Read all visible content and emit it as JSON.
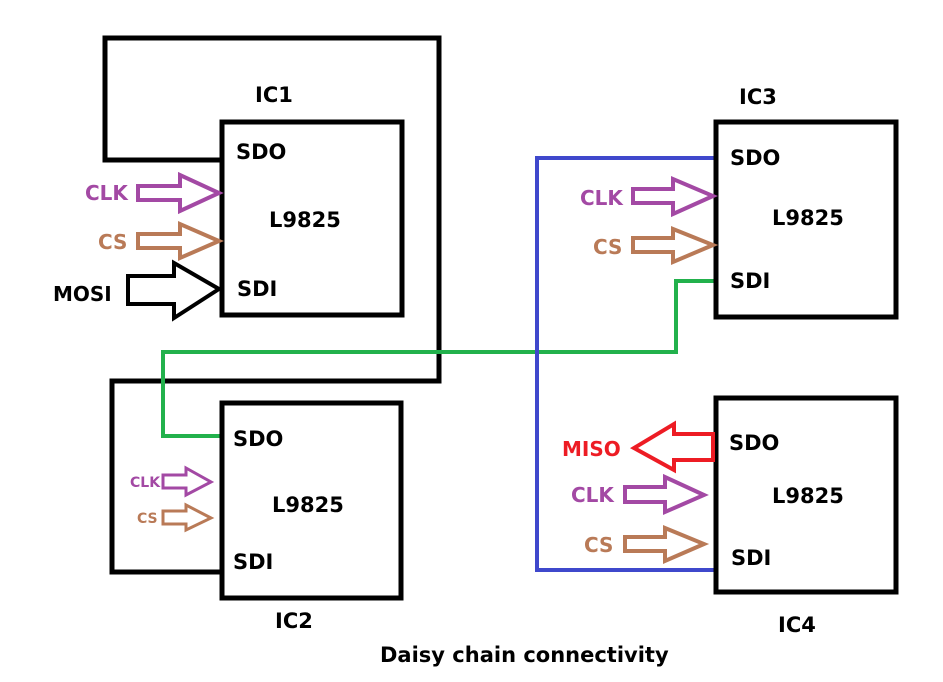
{
  "title": "Daisy chain connectivity",
  "colors": {
    "wire_black": "#000000",
    "wire_green": "#22b14c",
    "wire_blue": "#3f48cc",
    "clk": "#a349a4",
    "cs": "#b97a57",
    "mosi": "#000000",
    "miso": "#ed1c24"
  },
  "chips": [
    {
      "id": "IC1",
      "part": "L9825",
      "pin_out": "SDO",
      "pin_in": "SDI",
      "inputs": [
        "CLK",
        "CS",
        "MOSI"
      ]
    },
    {
      "id": "IC2",
      "part": "L9825",
      "pin_out": "SDO",
      "pin_in": "SDI",
      "inputs": [
        "CLK",
        "CS"
      ]
    },
    {
      "id": "IC3",
      "part": "L9825",
      "pin_out": "SDO",
      "pin_in": "SDI",
      "inputs": [
        "CLK",
        "CS"
      ]
    },
    {
      "id": "IC4",
      "part": "L9825",
      "pin_out": "SDO",
      "pin_in": "SDI",
      "inputs": [
        "CLK",
        "CS"
      ],
      "outputs": [
        "MISO"
      ]
    }
  ],
  "connections": [
    {
      "from": "MOSI",
      "to": "IC1.SDI",
      "color": "black"
    },
    {
      "from": "IC1.SDO",
      "to": "IC2.SDI",
      "color": "black"
    },
    {
      "from": "IC2.SDO",
      "to": "IC3.SDI",
      "color": "green"
    },
    {
      "from": "IC3.SDO",
      "to": "IC4.SDI",
      "color": "blue"
    },
    {
      "from": "IC4.SDO",
      "to": "MISO",
      "color": "red"
    }
  ]
}
